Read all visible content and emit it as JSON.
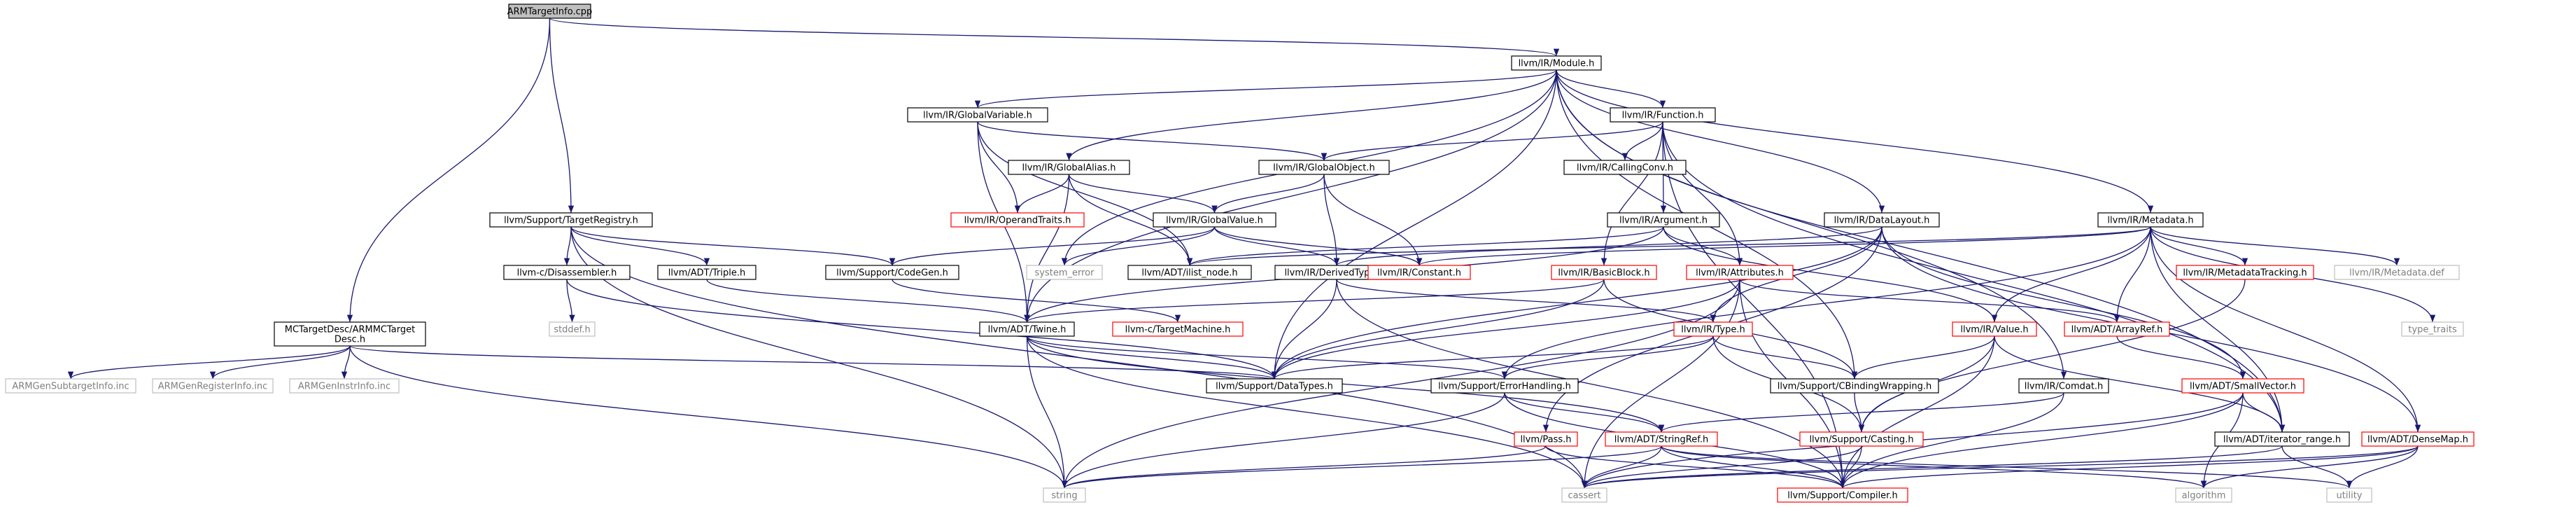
{
  "graph": {
    "colors": {
      "edge": "#191970",
      "node_border": "#000000",
      "missing_border": "#ff0000",
      "undocumented_border": "#bfbfbf",
      "root_fill": "#bfbfbf",
      "text": "#000000",
      "undocumented_text": "#7f7f7f"
    },
    "nodes": [
      {
        "id": "root",
        "label": "ARMTargetInfo.cpp",
        "style": "root"
      },
      {
        "id": "module",
        "label": "llvm/IR/Module.h",
        "style": "normal"
      },
      {
        "id": "targetreg",
        "label": "llvm/Support/TargetRegistry.h",
        "style": "normal"
      },
      {
        "id": "armmc",
        "label": "MCTargetDesc/ARMMCTarget\nDesc.h",
        "style": "normal"
      },
      {
        "id": "globalvar",
        "label": "llvm/IR/GlobalVariable.h",
        "style": "normal"
      },
      {
        "id": "function",
        "label": "llvm/IR/Function.h",
        "style": "normal"
      },
      {
        "id": "globalalias",
        "label": "llvm/IR/GlobalAlias.h",
        "style": "normal"
      },
      {
        "id": "globalobject",
        "label": "llvm/IR/GlobalObject.h",
        "style": "normal"
      },
      {
        "id": "callingconv",
        "label": "llvm/IR/CallingConv.h",
        "style": "normal"
      },
      {
        "id": "operandtraits",
        "label": "llvm/IR/OperandTraits.h",
        "style": "missing"
      },
      {
        "id": "globalvalue",
        "label": "llvm/IR/GlobalValue.h",
        "style": "normal"
      },
      {
        "id": "argument",
        "label": "llvm/IR/Argument.h",
        "style": "normal"
      },
      {
        "id": "datalayout",
        "label": "llvm/IR/DataLayout.h",
        "style": "normal"
      },
      {
        "id": "metadata",
        "label": "llvm/IR/Metadata.h",
        "style": "normal"
      },
      {
        "id": "disassembler",
        "label": "llvm-c/Disassembler.h",
        "style": "normal"
      },
      {
        "id": "triple",
        "label": "llvm/ADT/Triple.h",
        "style": "normal"
      },
      {
        "id": "codegen",
        "label": "llvm/Support/CodeGen.h",
        "style": "normal"
      },
      {
        "id": "systemerror",
        "label": "system_error",
        "style": "undocumented"
      },
      {
        "id": "ilistnode",
        "label": "llvm/ADT/ilist_node.h",
        "style": "normal"
      },
      {
        "id": "derivedtypes",
        "label": "llvm/IR/DerivedTypes.h",
        "style": "normal"
      },
      {
        "id": "constant",
        "label": "llvm/IR/Constant.h",
        "style": "missing"
      },
      {
        "id": "basicblock",
        "label": "llvm/IR/BasicBlock.h",
        "style": "missing"
      },
      {
        "id": "attributes",
        "label": "llvm/IR/Attributes.h",
        "style": "missing"
      },
      {
        "id": "metadatatracking",
        "label": "llvm/IR/MetadataTracking.h",
        "style": "missing"
      },
      {
        "id": "metadatadef",
        "label": "llvm/IR/Metadata.def",
        "style": "undocumented"
      },
      {
        "id": "stddef",
        "label": "stddef.h",
        "style": "undocumented"
      },
      {
        "id": "twine",
        "label": "llvm/ADT/Twine.h",
        "style": "normal"
      },
      {
        "id": "targetmachine",
        "label": "llvm-c/TargetMachine.h",
        "style": "missing"
      },
      {
        "id": "type",
        "label": "llvm/IR/Type.h",
        "style": "missing"
      },
      {
        "id": "value",
        "label": "llvm/IR/Value.h",
        "style": "missing"
      },
      {
        "id": "arrayref",
        "label": "llvm/ADT/ArrayRef.h",
        "style": "missing"
      },
      {
        "id": "typetraits",
        "label": "type_traits",
        "style": "undocumented"
      },
      {
        "id": "gensubtarget",
        "label": "ARMGenSubtargetInfo.inc",
        "style": "undocumented"
      },
      {
        "id": "genregister",
        "label": "ARMGenRegisterInfo.inc",
        "style": "undocumented"
      },
      {
        "id": "geninstr",
        "label": "ARMGenInstrInfo.inc",
        "style": "undocumented"
      },
      {
        "id": "datatypes",
        "label": "llvm/Support/DataTypes.h",
        "style": "normal"
      },
      {
        "id": "errorhandling",
        "label": "llvm/Support/ErrorHandling.h",
        "style": "normal"
      },
      {
        "id": "cbinding",
        "label": "llvm/Support/CBindingWrapping.h",
        "style": "normal"
      },
      {
        "id": "comdat",
        "label": "llvm/IR/Comdat.h",
        "style": "normal"
      },
      {
        "id": "smallvector",
        "label": "llvm/ADT/SmallVector.h",
        "style": "missing"
      },
      {
        "id": "pass",
        "label": "llvm/Pass.h",
        "style": "missing"
      },
      {
        "id": "stringref",
        "label": "llvm/ADT/StringRef.h",
        "style": "missing"
      },
      {
        "id": "casting",
        "label": "llvm/Support/Casting.h",
        "style": "missing"
      },
      {
        "id": "iteratorrange",
        "label": "llvm/ADT/iterator_range.h",
        "style": "normal"
      },
      {
        "id": "densemap",
        "label": "llvm/ADT/DenseMap.h",
        "style": "missing"
      },
      {
        "id": "string",
        "label": "string",
        "style": "undocumented"
      },
      {
        "id": "cassert",
        "label": "cassert",
        "style": "undocumented"
      },
      {
        "id": "compiler",
        "label": "llvm/Support/Compiler.h",
        "style": "missing"
      },
      {
        "id": "algorithm",
        "label": "algorithm",
        "style": "undocumented"
      },
      {
        "id": "utility",
        "label": "utility",
        "style": "undocumented"
      }
    ],
    "edges": [
      [
        "root",
        "module"
      ],
      [
        "root",
        "targetreg"
      ],
      [
        "root",
        "armmc"
      ],
      [
        "module",
        "globalvar"
      ],
      [
        "module",
        "function"
      ],
      [
        "module",
        "globalalias"
      ],
      [
        "module",
        "datalayout"
      ],
      [
        "module",
        "metadata"
      ],
      [
        "module",
        "comdat"
      ],
      [
        "module",
        "iteratorrange"
      ],
      [
        "module",
        "datatypes"
      ],
      [
        "module",
        "systemerror"
      ],
      [
        "module",
        "cbinding"
      ],
      [
        "module",
        "twine"
      ],
      [
        "targetreg",
        "codegen"
      ],
      [
        "targetreg",
        "disassembler"
      ],
      [
        "targetreg",
        "triple"
      ],
      [
        "targetreg",
        "string"
      ],
      [
        "targetreg",
        "cassert"
      ],
      [
        "armmc",
        "gensubtarget"
      ],
      [
        "armmc",
        "genregister"
      ],
      [
        "armmc",
        "geninstr"
      ],
      [
        "armmc",
        "datatypes"
      ],
      [
        "armmc",
        "string"
      ],
      [
        "globalvar",
        "globalobject"
      ],
      [
        "globalvar",
        "operandtraits"
      ],
      [
        "globalvar",
        "ilistnode"
      ],
      [
        "globalvar",
        "twine"
      ],
      [
        "function",
        "callingconv"
      ],
      [
        "function",
        "argument"
      ],
      [
        "function",
        "basicblock"
      ],
      [
        "function",
        "globalobject"
      ],
      [
        "function",
        "attributes"
      ],
      [
        "function",
        "iteratorrange"
      ],
      [
        "function",
        "compiler"
      ],
      [
        "globalalias",
        "globalvalue"
      ],
      [
        "globalalias",
        "operandtraits"
      ],
      [
        "globalalias",
        "ilistnode"
      ],
      [
        "globalalias",
        "twine"
      ],
      [
        "globalobject",
        "globalvalue"
      ],
      [
        "globalobject",
        "constant"
      ],
      [
        "globalobject",
        "derivedtypes"
      ],
      [
        "globalvalue",
        "derivedtypes"
      ],
      [
        "globalvalue",
        "constant"
      ],
      [
        "globalvalue",
        "systemerror"
      ],
      [
        "globalvalue",
        "codegen"
      ],
      [
        "argument",
        "attributes"
      ],
      [
        "argument",
        "ilistnode"
      ],
      [
        "argument",
        "value"
      ],
      [
        "argument",
        "twine"
      ],
      [
        "datalayout",
        "derivedtypes"
      ],
      [
        "datalayout",
        "type"
      ],
      [
        "datalayout",
        "pass"
      ],
      [
        "datalayout",
        "smallvector"
      ],
      [
        "datalayout",
        "densemap"
      ],
      [
        "datalayout",
        "datatypes"
      ],
      [
        "metadata",
        "constant"
      ],
      [
        "metadata",
        "metadatatracking"
      ],
      [
        "metadata",
        "metadatadef"
      ],
      [
        "metadata",
        "value"
      ],
      [
        "metadata",
        "arrayref"
      ],
      [
        "metadata",
        "typetraits"
      ],
      [
        "metadata",
        "iteratorrange"
      ],
      [
        "metadata",
        "densemap"
      ],
      [
        "metadata",
        "errorhandling"
      ],
      [
        "metadata",
        "ilistnode"
      ],
      [
        "disassembler",
        "datatypes"
      ],
      [
        "disassembler",
        "stddef"
      ],
      [
        "triple",
        "twine"
      ],
      [
        "codegen",
        "targetmachine"
      ],
      [
        "derivedtypes",
        "type"
      ],
      [
        "derivedtypes",
        "datatypes"
      ],
      [
        "derivedtypes",
        "compiler"
      ],
      [
        "basicblock",
        "twine"
      ],
      [
        "basicblock",
        "datatypes"
      ],
      [
        "basicblock",
        "cbinding"
      ],
      [
        "attributes",
        "arrayref"
      ],
      [
        "attributes",
        "datatypes"
      ],
      [
        "attributes",
        "compiler"
      ],
      [
        "attributes",
        "string"
      ],
      [
        "attributes",
        "cassert"
      ],
      [
        "metadatatracking",
        "casting"
      ],
      [
        "twine",
        "datatypes"
      ],
      [
        "twine",
        "errorhandling"
      ],
      [
        "twine",
        "stringref"
      ],
      [
        "twine",
        "string"
      ],
      [
        "twine",
        "cassert"
      ],
      [
        "type",
        "datatypes"
      ],
      [
        "type",
        "errorhandling"
      ],
      [
        "type",
        "cbinding"
      ],
      [
        "type",
        "casting"
      ],
      [
        "value",
        "cbinding"
      ],
      [
        "value",
        "casting"
      ],
      [
        "value",
        "compiler"
      ],
      [
        "value",
        "iteratorrange"
      ],
      [
        "arrayref",
        "smallvector"
      ],
      [
        "errorhandling",
        "compiler"
      ],
      [
        "errorhandling",
        "string"
      ],
      [
        "errorhandling",
        "stringref"
      ],
      [
        "cbinding",
        "casting"
      ],
      [
        "comdat",
        "stringref"
      ],
      [
        "comdat",
        "compiler"
      ],
      [
        "smallvector",
        "algorithm"
      ],
      [
        "smallvector",
        "cassert"
      ],
      [
        "smallvector",
        "compiler"
      ],
      [
        "smallvector",
        "iteratorrange"
      ],
      [
        "pass",
        "string"
      ],
      [
        "pass",
        "compiler"
      ],
      [
        "stringref",
        "string"
      ],
      [
        "stringref",
        "cassert"
      ],
      [
        "stringref",
        "compiler"
      ],
      [
        "stringref",
        "algorithm"
      ],
      [
        "stringref",
        "utility"
      ],
      [
        "casting",
        "cassert"
      ],
      [
        "casting",
        "compiler"
      ],
      [
        "iteratorrange",
        "utility"
      ],
      [
        "iteratorrange",
        "cassert"
      ],
      [
        "densemap",
        "cassert"
      ],
      [
        "densemap",
        "utility"
      ],
      [
        "densemap",
        "algorithm"
      ],
      [
        "densemap",
        "compiler"
      ]
    ]
  }
}
